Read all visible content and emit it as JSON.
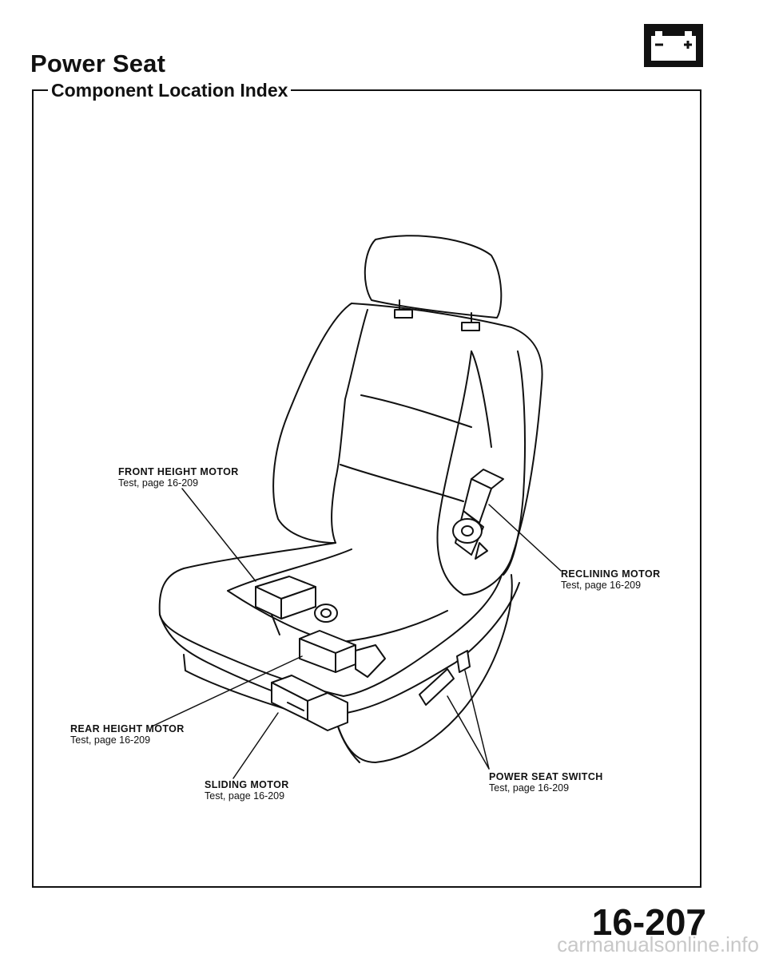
{
  "header": {
    "title": "Power Seat",
    "subtitle": "Component Location Index",
    "battery_icon": "battery-icon"
  },
  "callouts": {
    "front_height_motor": {
      "name": "FRONT HEIGHT MOTOR",
      "ref": "Test, page 16-209"
    },
    "reclining_motor": {
      "name": "RECLINING MOTOR",
      "ref": "Test, page 16-209"
    },
    "rear_height_motor": {
      "name": "REAR HEIGHT MOTOR",
      "ref": "Test, page 16-209"
    },
    "sliding_motor": {
      "name": "SLIDING MOTOR",
      "ref": "Test, page 16-209"
    },
    "power_seat_switch": {
      "name": "POWER SEAT SWITCH",
      "ref": "Test, page 16-209"
    }
  },
  "footer": {
    "page_number": "16-207",
    "watermark": "carmanualsonline.info"
  }
}
